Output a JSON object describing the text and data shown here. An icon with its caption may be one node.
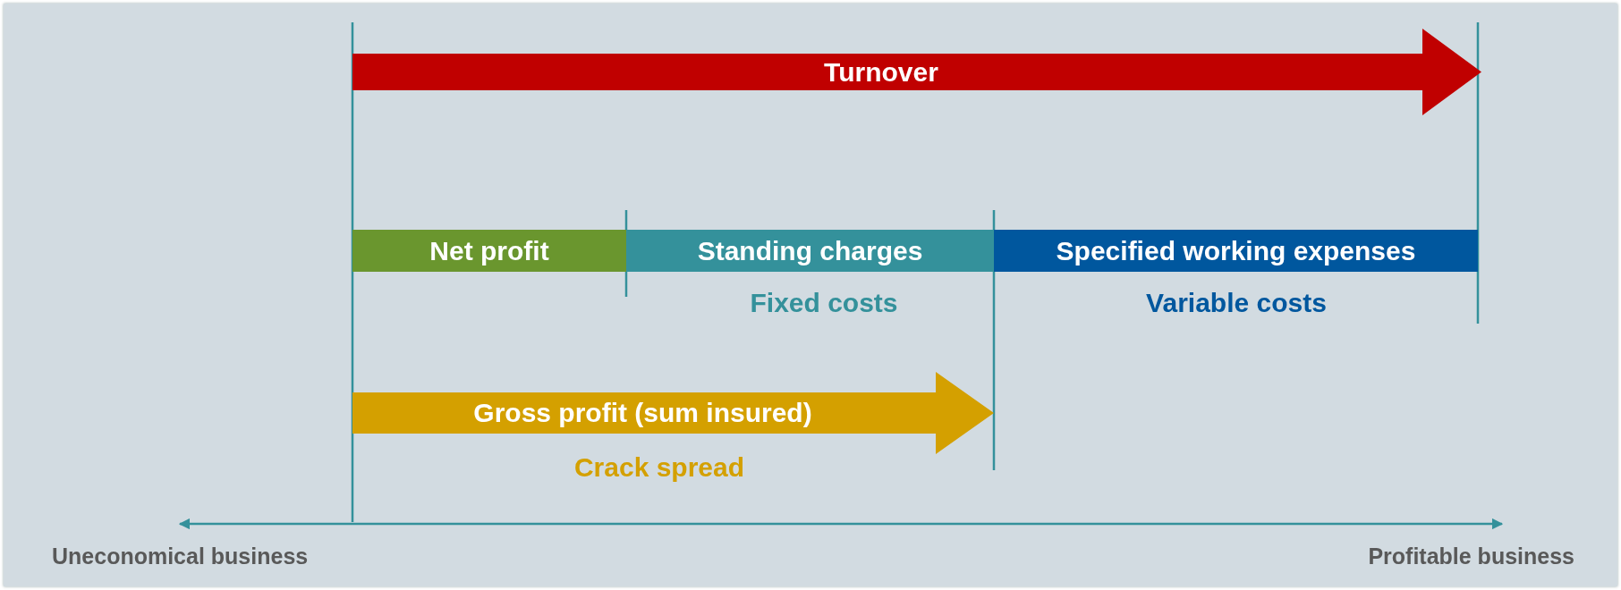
{
  "diagram": {
    "nodes": [
      {
        "text": [
          "Turnover"
        ]
      },
      {
        "text": [
          "Net profit"
        ]
      },
      {
        "text": [
          "Standing charges"
        ],
        "beside": [
          "Fixed costs"
        ]
      },
      {
        "text": [
          "Specified working expenses"
        ],
        "beside": [
          "Variable costs"
        ]
      },
      {
        "text": [
          "Gross profit (sum insured)"
        ],
        "beside": [
          "Crack spread"
        ]
      }
    ],
    "labels": [
      "Uneconomical business",
      "Profitable business"
    ]
  }
}
